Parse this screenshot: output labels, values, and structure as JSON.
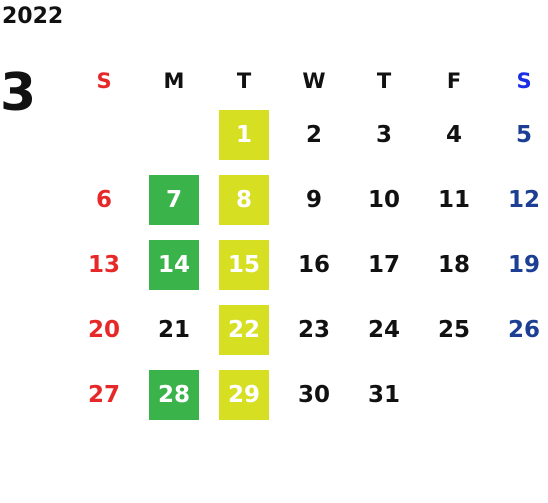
{
  "calendar": {
    "year": "2022",
    "month": "3",
    "weekdays": [
      "S",
      "M",
      "T",
      "W",
      "T",
      "F",
      "S"
    ],
    "colors": {
      "sunday": "#e62828",
      "saturday": "#1c3f94",
      "saturday_header": "#1c2de6",
      "highlight_green": "#3ab34a",
      "highlight_yellow": "#d6df22"
    },
    "weeks": [
      [
        {
          "day": ""
        },
        {
          "day": ""
        },
        {
          "day": "1",
          "highlight": "yellow"
        },
        {
          "day": "2"
        },
        {
          "day": "3"
        },
        {
          "day": "4"
        },
        {
          "day": "5"
        }
      ],
      [
        {
          "day": "6"
        },
        {
          "day": "7",
          "highlight": "green"
        },
        {
          "day": "8",
          "highlight": "yellow"
        },
        {
          "day": "9"
        },
        {
          "day": "10"
        },
        {
          "day": "11"
        },
        {
          "day": "12"
        }
      ],
      [
        {
          "day": "13"
        },
        {
          "day": "14",
          "highlight": "green"
        },
        {
          "day": "15",
          "highlight": "yellow"
        },
        {
          "day": "16"
        },
        {
          "day": "17"
        },
        {
          "day": "18"
        },
        {
          "day": "19"
        }
      ],
      [
        {
          "day": "20"
        },
        {
          "day": "21"
        },
        {
          "day": "22",
          "highlight": "yellow"
        },
        {
          "day": "23"
        },
        {
          "day": "24"
        },
        {
          "day": "25"
        },
        {
          "day": "26"
        }
      ],
      [
        {
          "day": "27"
        },
        {
          "day": "28",
          "highlight": "green"
        },
        {
          "day": "29",
          "highlight": "yellow"
        },
        {
          "day": "30"
        },
        {
          "day": "31"
        },
        {
          "day": ""
        },
        {
          "day": ""
        }
      ]
    ]
  }
}
